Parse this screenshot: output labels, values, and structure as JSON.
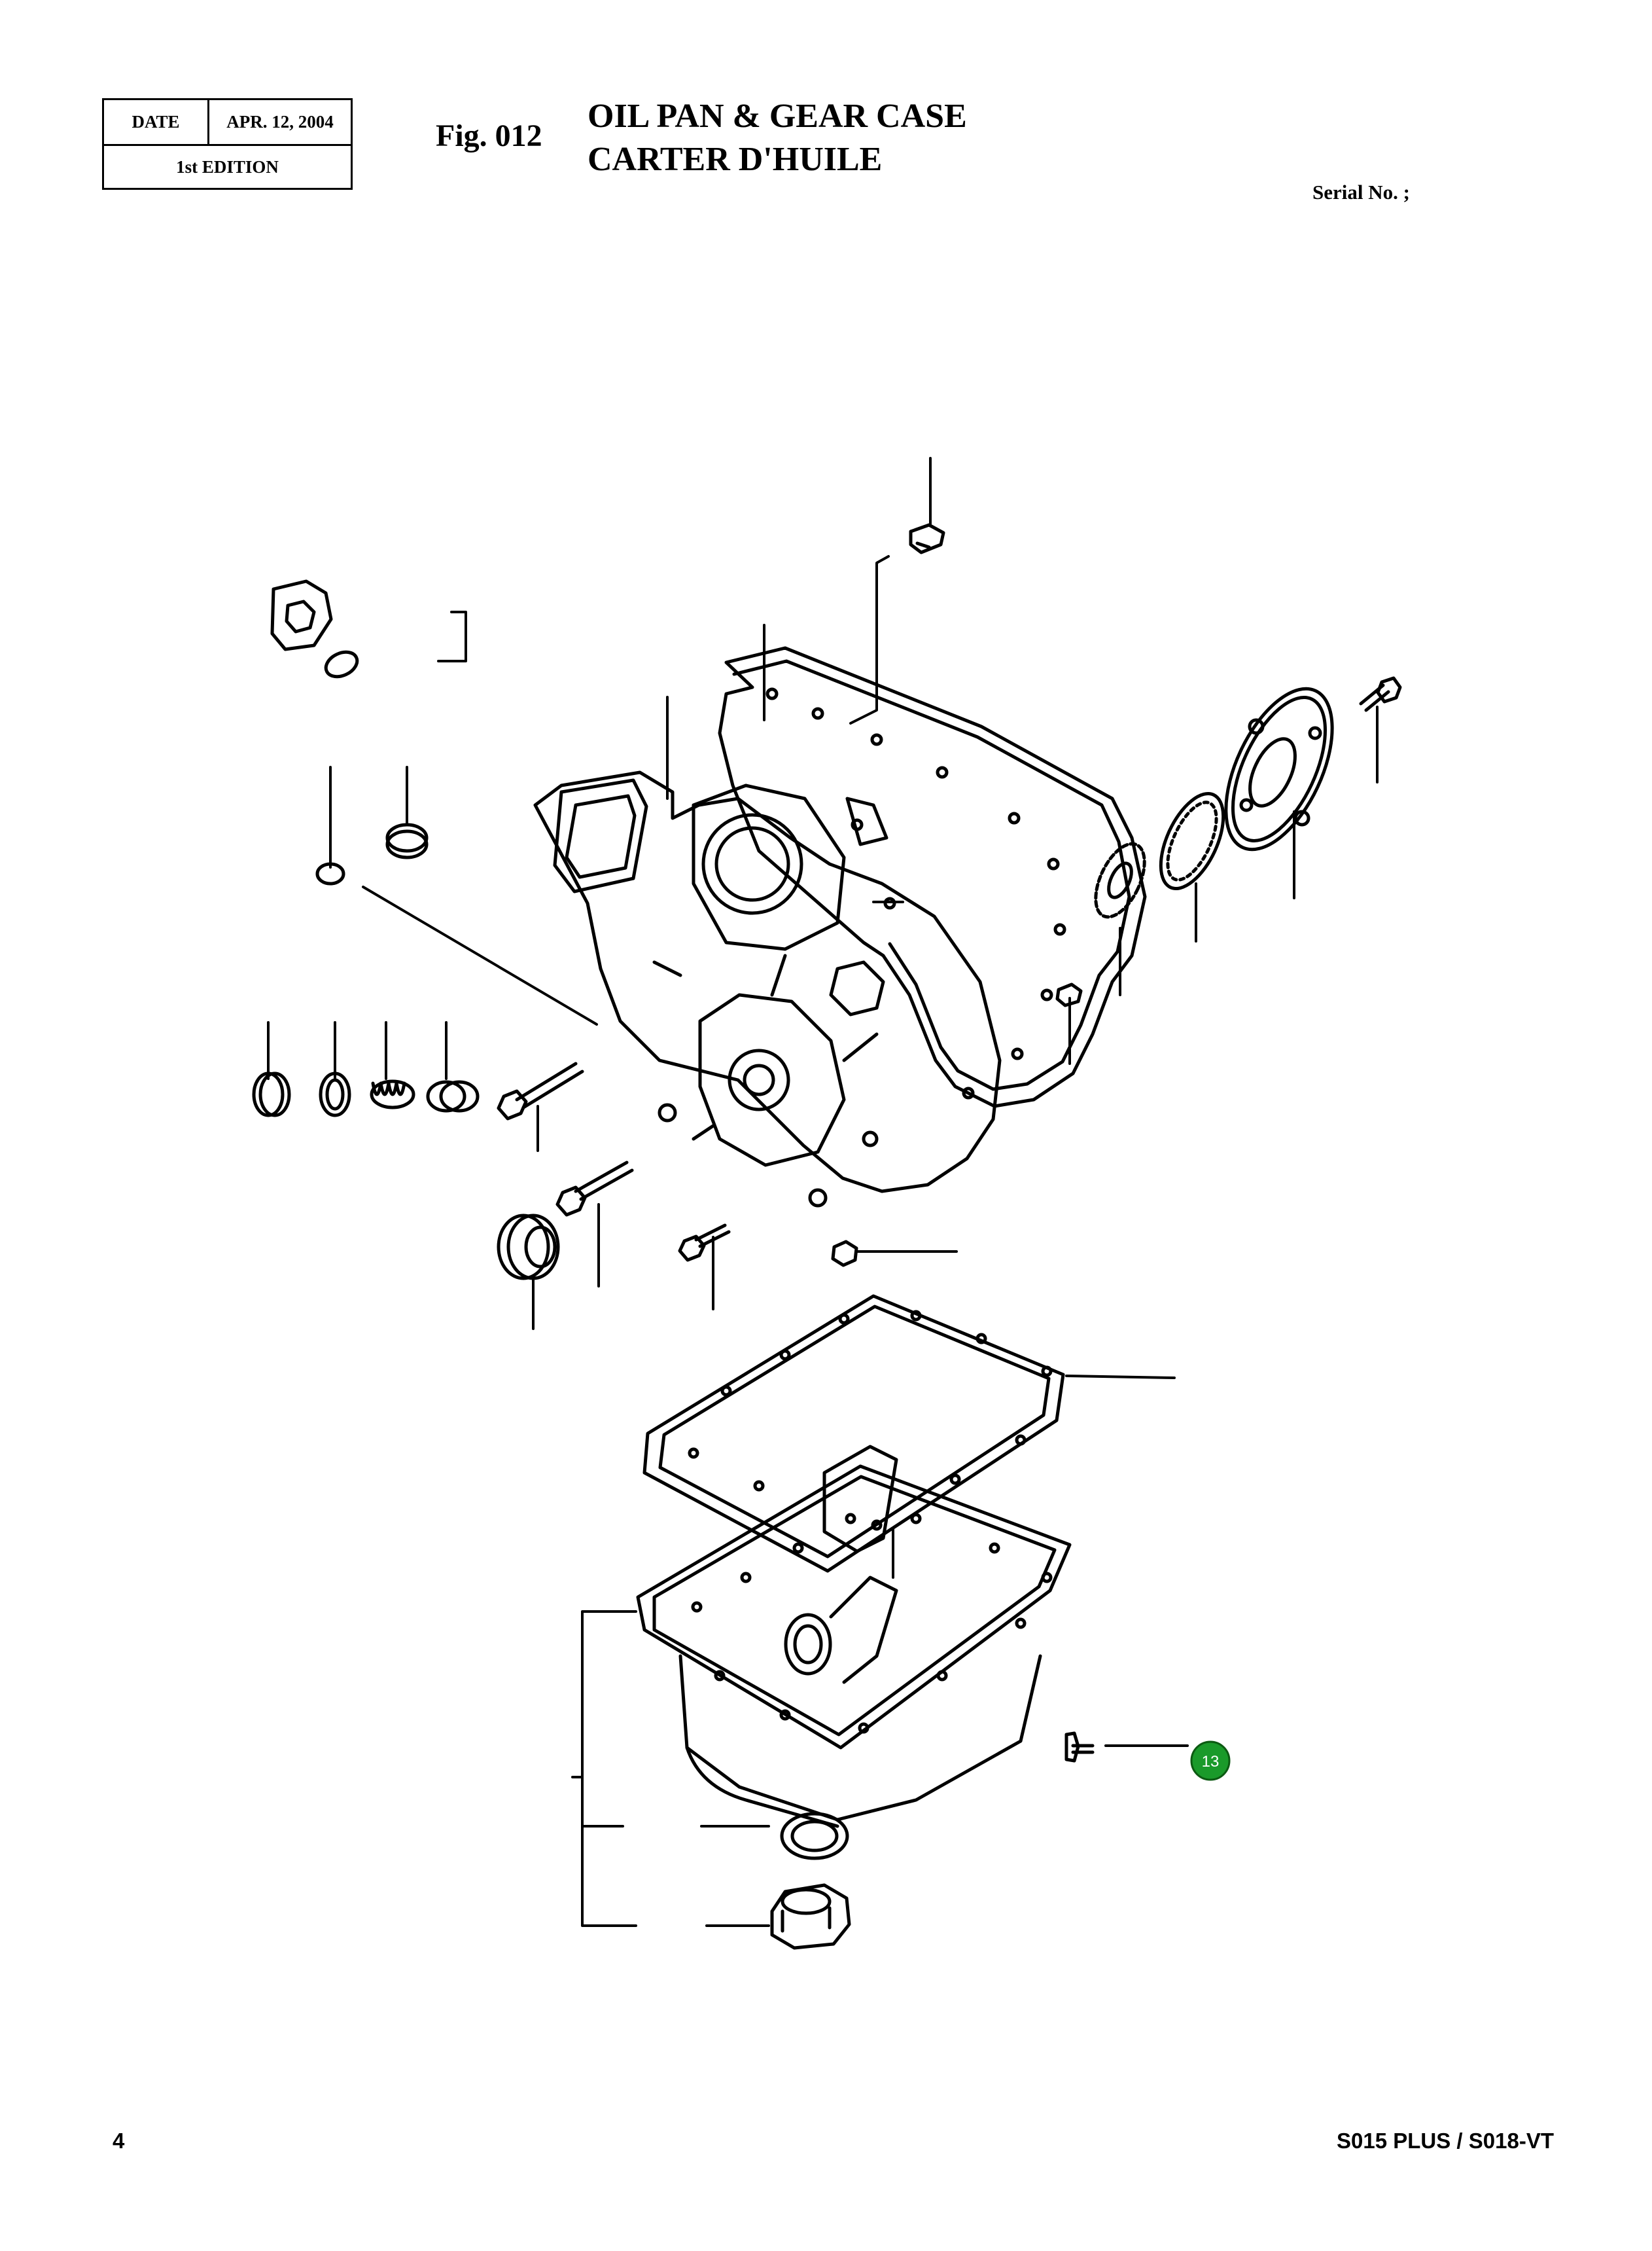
{
  "header": {
    "date_label": "DATE",
    "date_value": "APR. 12, 2004",
    "edition": "1st EDITION"
  },
  "figure": {
    "number": "Fig. 012",
    "title_en": "OIL PAN & GEAR CASE",
    "title_fr": "CARTER D'HUILE"
  },
  "serial_label": "Serial No. ;",
  "diagram": {
    "callouts": [
      {
        "id": "13",
        "color": "#1a9a2a"
      }
    ]
  },
  "footer": {
    "page_number": "4",
    "model": "S015 PLUS / S018-VT"
  }
}
